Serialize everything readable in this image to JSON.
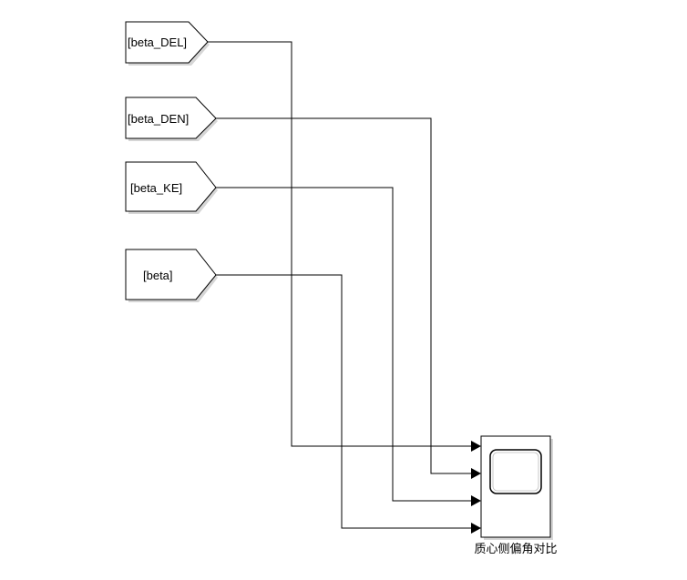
{
  "goto_blocks": [
    {
      "id": "beta_DEL",
      "label": "[beta_DEL]"
    },
    {
      "id": "beta_DEN",
      "label": "[beta_DEN]"
    },
    {
      "id": "beta_KE",
      "label": "[beta_KE]"
    },
    {
      "id": "beta",
      "label": "[beta]"
    }
  ],
  "scope": {
    "label": "质心侧偏角对比",
    "input_count": 4
  },
  "connections": [
    {
      "from": "beta_DEL",
      "to_port": 1
    },
    {
      "from": "beta_DEN",
      "to_port": 2
    },
    {
      "from": "beta_KE",
      "to_port": 3
    },
    {
      "from": "beta",
      "to_port": 4
    }
  ]
}
